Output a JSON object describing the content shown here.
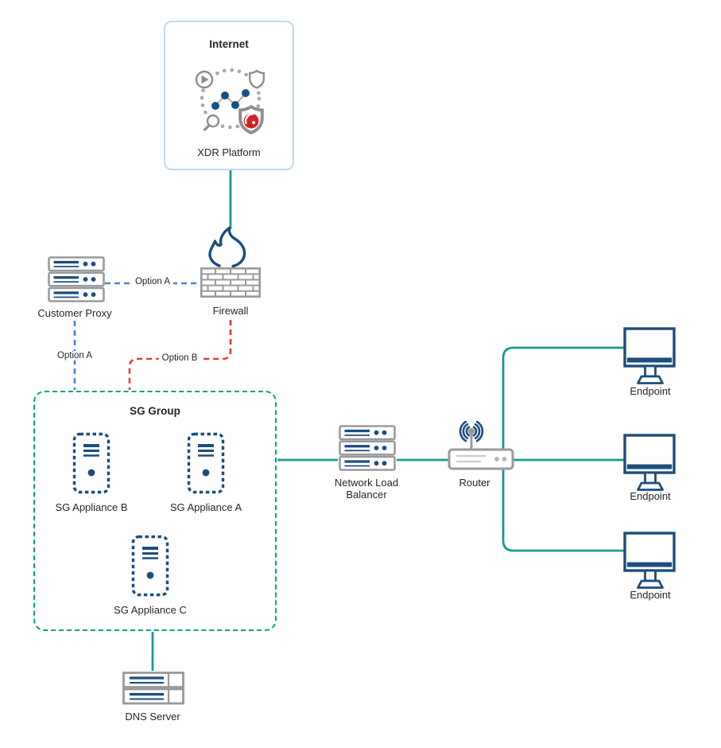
{
  "internet_group": {
    "title": "Internet",
    "platform": "XDR Platform"
  },
  "nodes": {
    "customer_proxy": "Customer Proxy",
    "firewall": "Firewall",
    "network_load_balancer_line1": "Network Load",
    "network_load_balancer_line2": "Balancer",
    "router": "Router",
    "dns_server": "DNS Server"
  },
  "sg_group": {
    "title": "SG Group",
    "appliance_b": "SG Appliance B",
    "appliance_a": "SG Appliance A",
    "appliance_c": "SG Appliance C"
  },
  "endpoints": [
    "Endpoint",
    "Endpoint",
    "Endpoint"
  ],
  "links": {
    "option_a": "Option A",
    "option_b": "Option B"
  },
  "colors": {
    "navy_icon": "#1c4d7c",
    "teal_connector": "#189a90",
    "sg_border_green": "#00a57e",
    "option_a_blue": "#4d82d8",
    "option_b_red": "#e8393c",
    "device_gray": "#9a9a9a",
    "internet_border_blue": "#bcdcf4",
    "trend_shield_red": "#d71f27",
    "label_text": "#262626"
  }
}
